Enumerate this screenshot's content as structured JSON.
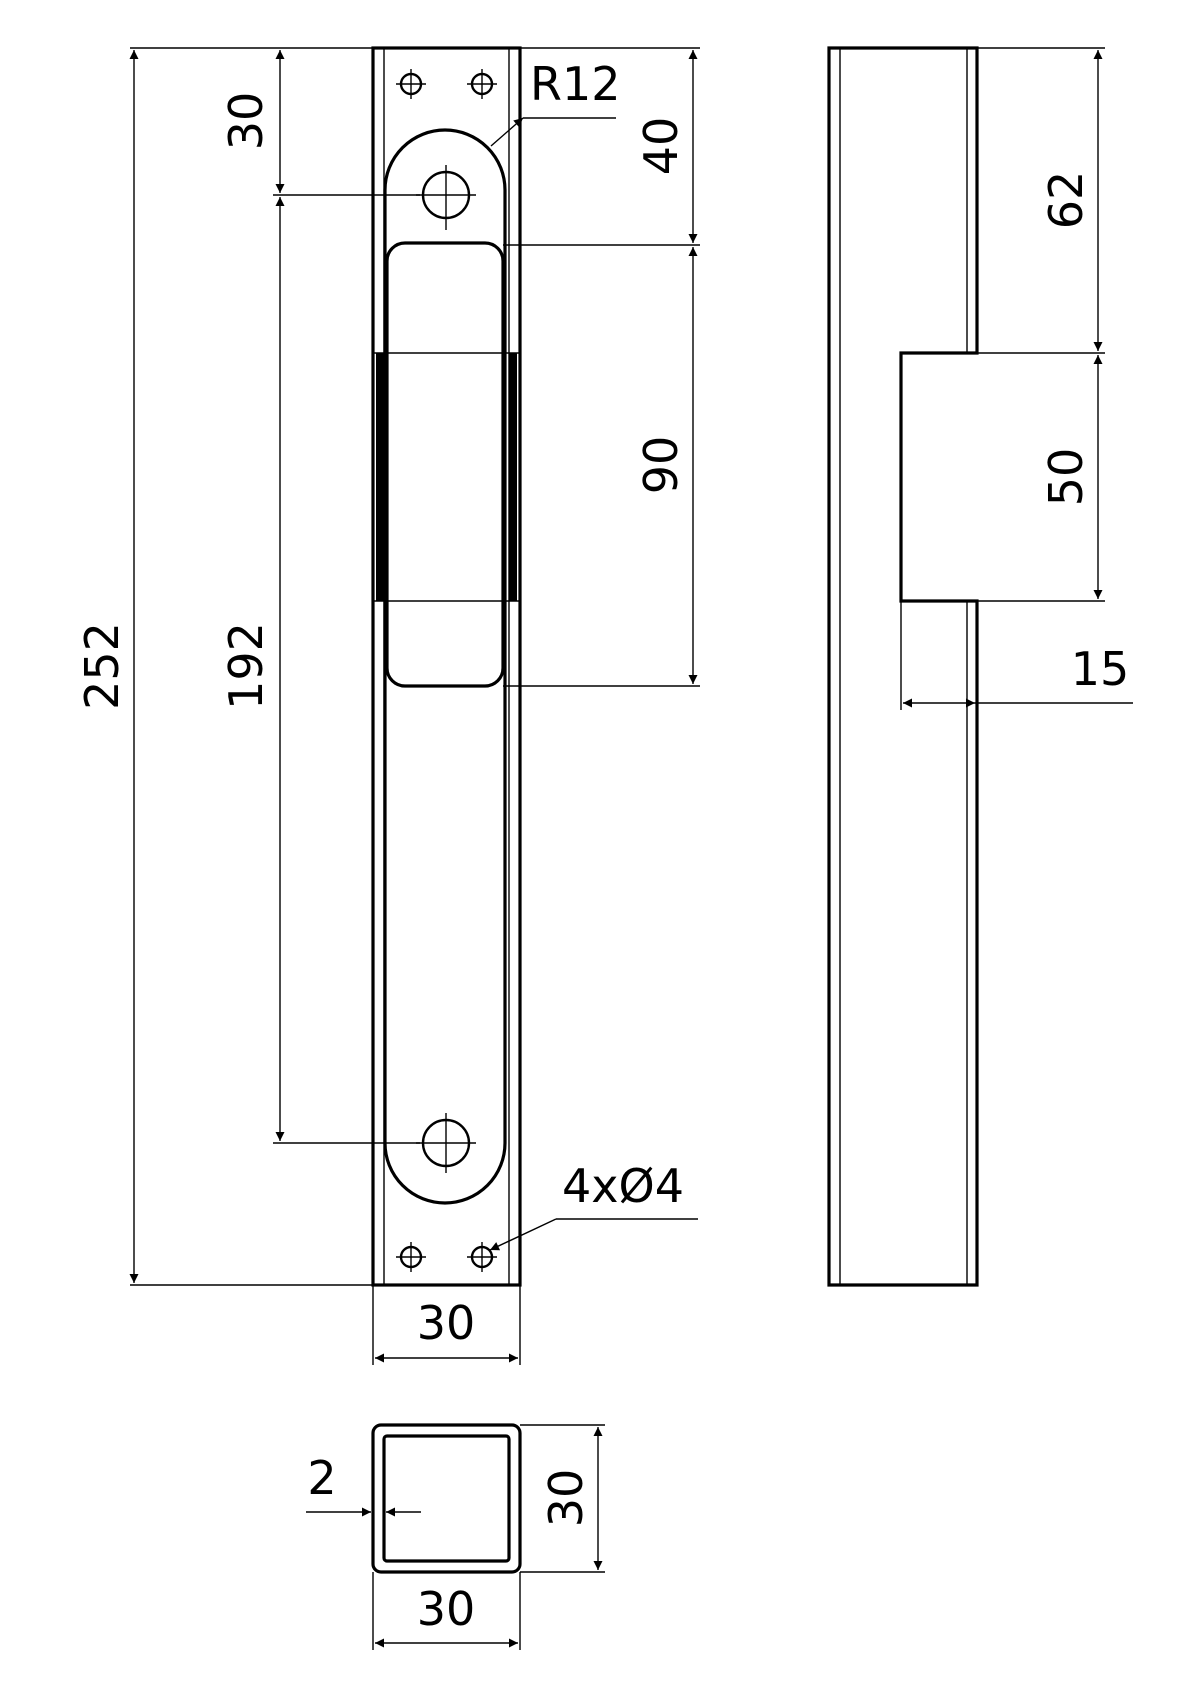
{
  "colors": {
    "line": "#000000",
    "background": "#ffffff"
  },
  "dimensions": {
    "overall_length": "252",
    "hole_spacing": "192",
    "top_to_hole": "30",
    "top_to_window": "40",
    "radius": "R12",
    "window_length": "90",
    "holes": "4xØ4",
    "front_width": "30",
    "side_top_segment": "62",
    "cutout_length": "50",
    "cutout_depth": "15",
    "wall_thickness": "2",
    "section_height": "30",
    "section_width": "30"
  }
}
